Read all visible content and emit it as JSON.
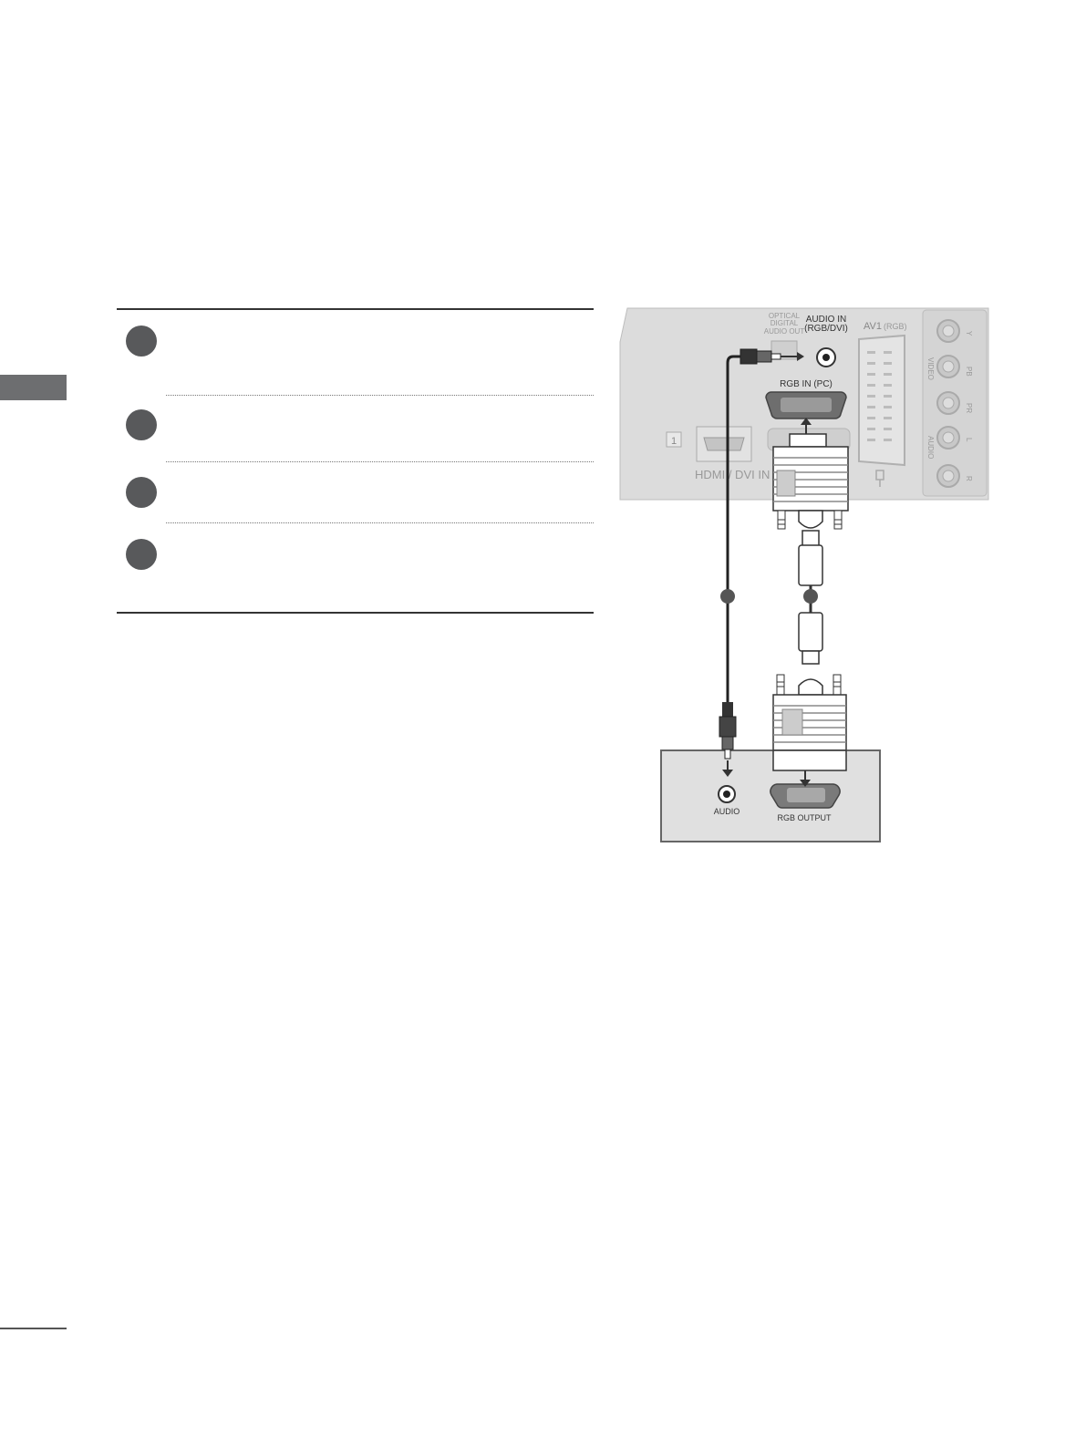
{
  "page": {
    "side_tab_color": "#6d6e70"
  },
  "steps": [
    {
      "number": ""
    },
    {
      "number": ""
    },
    {
      "number": ""
    },
    {
      "number": ""
    }
  ],
  "diagram": {
    "tv_panel": {
      "optical_label_line1": "OPTICAL",
      "optical_label_line2": "DIGITAL",
      "optical_label_line3": "AUDIO OUT",
      "audio_in_line1": "AUDIO IN",
      "audio_in_line2": "(RGB/DVI)",
      "av1_label": "AV1",
      "av1_sub": "(RGB)",
      "rgb_in_label": "RGB IN (PC)",
      "hdmi_number": "1",
      "hdmi_label": "HDMI / DVI IN",
      "video_label": "VIDEO",
      "audio_side_label": "AUDIO",
      "jack_y": "Y",
      "jack_pb": "PB",
      "jack_pr": "PR",
      "jack_l": "L",
      "jack_r": "R"
    },
    "pc_box": {
      "audio_label": "AUDIO",
      "rgb_output_label": "RGB OUTPUT"
    },
    "callouts": [
      "",
      ""
    ]
  }
}
